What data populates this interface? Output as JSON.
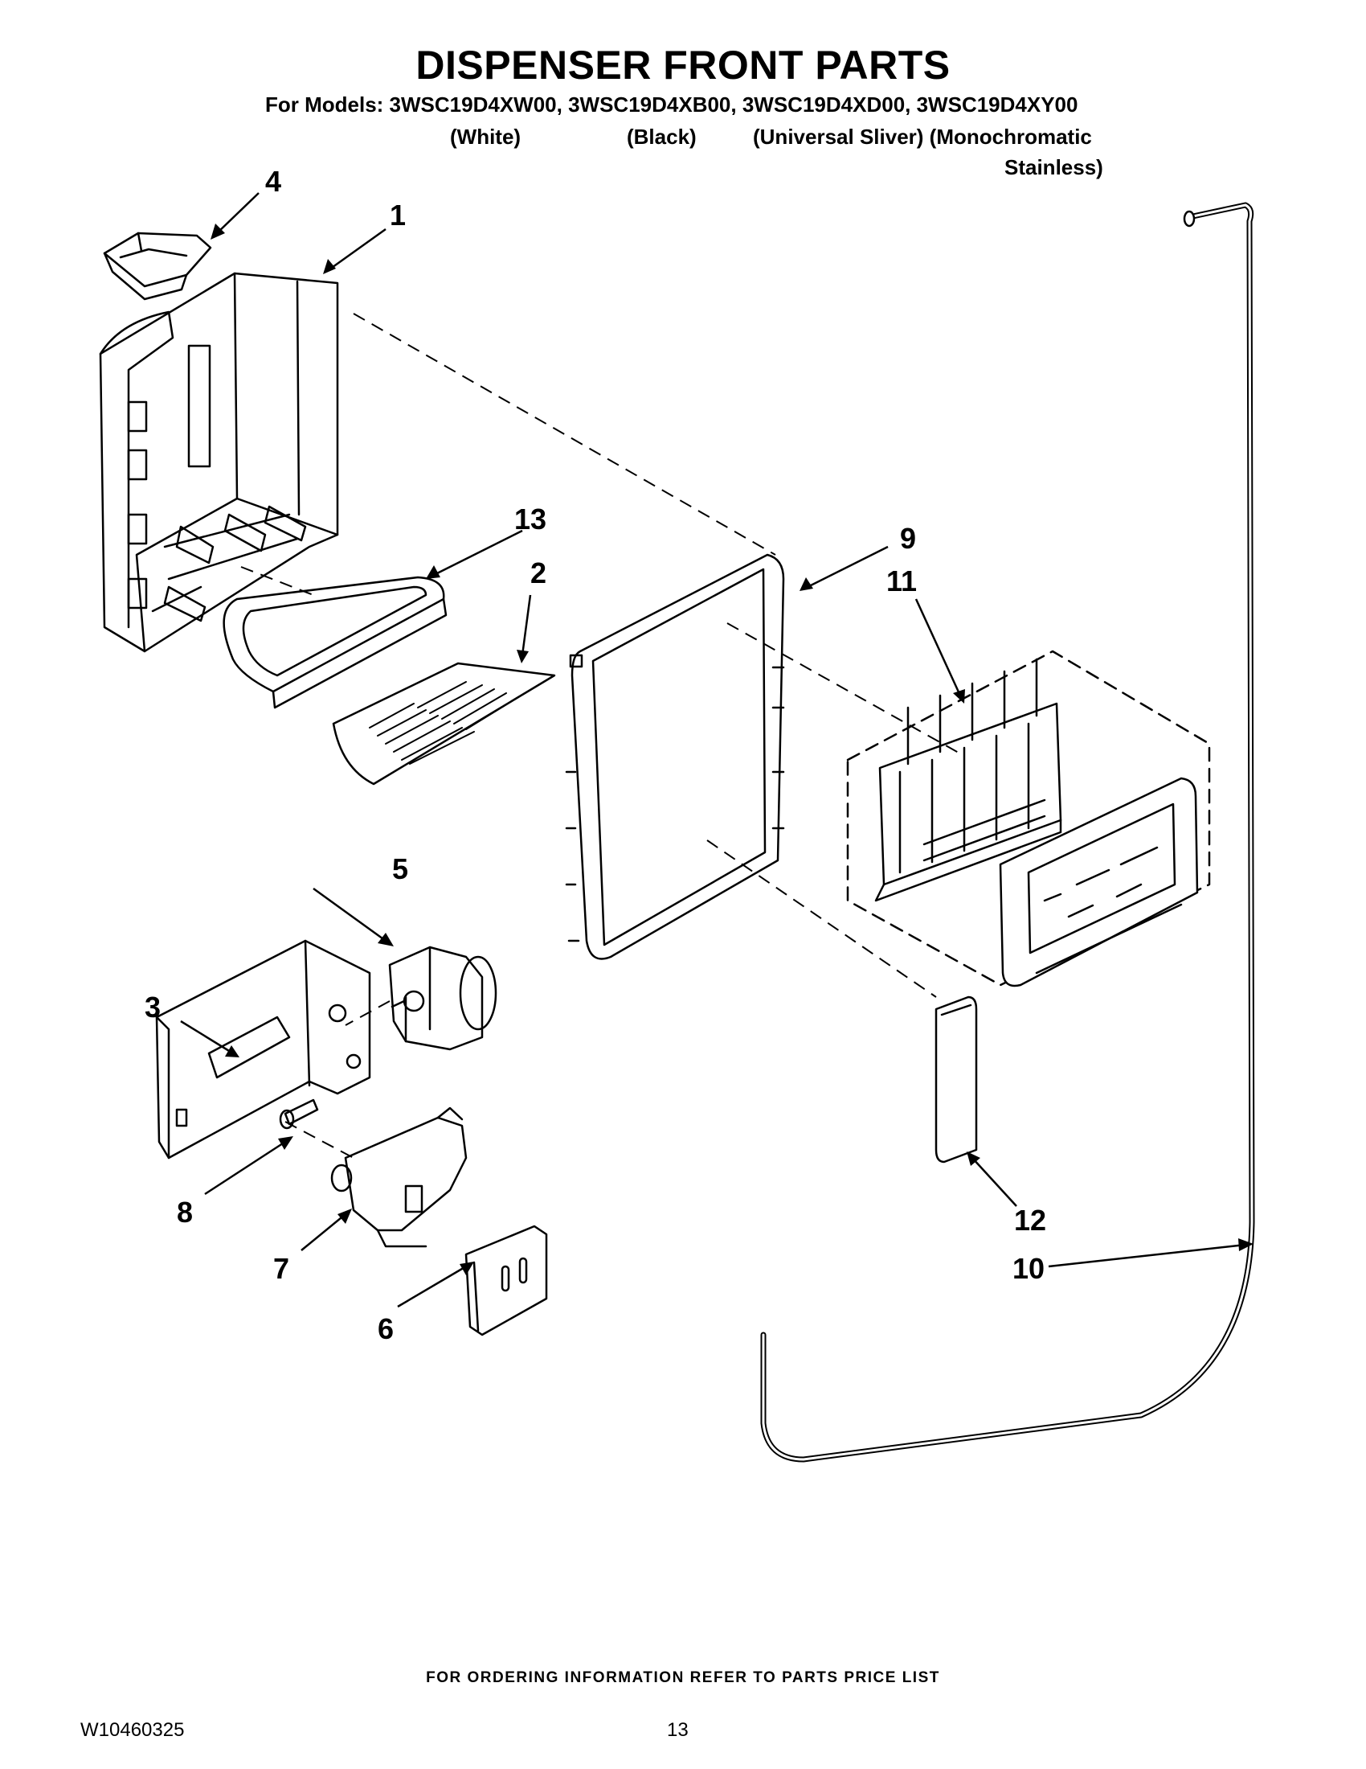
{
  "header": {
    "title": "DISPENSER FRONT PARTS",
    "models_line": "For Models: 3WSC19D4XW00, 3WSC19D4XB00, 3WSC19D4XD00, 3WSC19D4XY00",
    "variants": [
      "(White)",
      "(Black)",
      "(Universal Sliver) (Monochromatic",
      "Stainless)"
    ]
  },
  "callouts": {
    "c1": "1",
    "c2": "2",
    "c3": "3",
    "c4": "4",
    "c5": "5",
    "c6": "6",
    "c7": "7",
    "c8": "8",
    "c9": "9",
    "c10": "10",
    "c11": "11",
    "c12": "12",
    "c13": "13"
  },
  "footer": {
    "note": "FOR ORDERING INFORMATION REFER TO PARTS PRICE LIST",
    "doc_number": "W10460325",
    "page_number": "13"
  }
}
